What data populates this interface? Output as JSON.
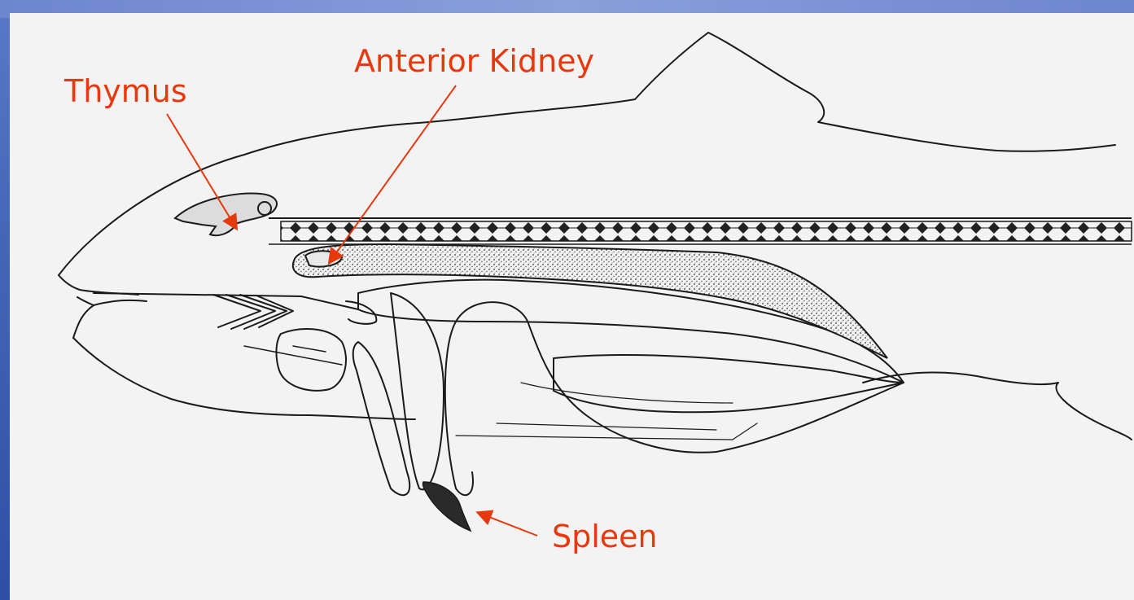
{
  "diagram": {
    "labels": {
      "thymus": "Thymus",
      "anterior_kidney": "Anterior Kidney",
      "spleen": "Spleen"
    },
    "colors": {
      "label": "#e8380d",
      "outline": "#1a1a1a",
      "paper": "#f3f3f3",
      "slide_frame": "#3f5fb3"
    }
  }
}
